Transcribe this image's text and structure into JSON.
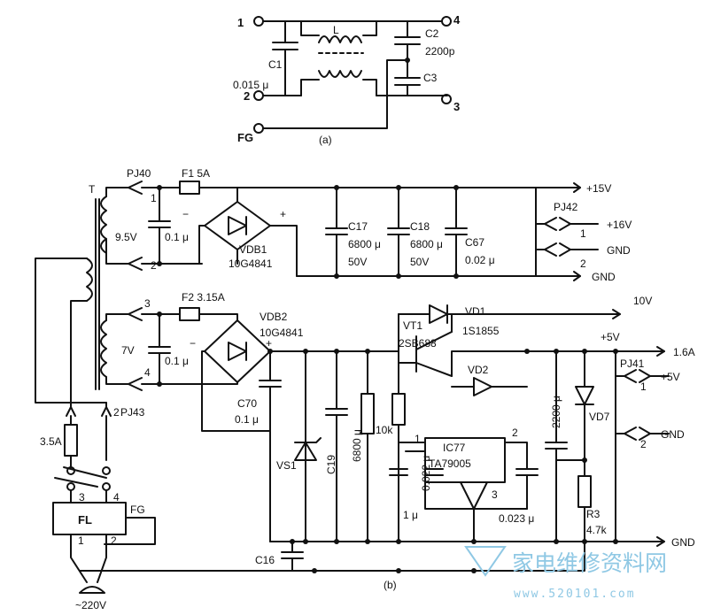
{
  "panel_a": {
    "caption": "(a)",
    "terminals": {
      "t1": "1",
      "t2": "2",
      "t3": "3",
      "t4": "4",
      "fg": "FG"
    },
    "labels": {
      "c1": "C1",
      "c1_val": "0.015 μ",
      "l": "L",
      "c2": "C2",
      "c2_val": "2200p",
      "c3": "C3"
    }
  },
  "panel_b": {
    "caption": "(b)",
    "transformer": "T",
    "upper": {
      "pj40": "PJ40",
      "pin1": "1",
      "pin2": "2",
      "fuse": "F1  5A",
      "volt": "9.5V",
      "cap": "0.1 μ",
      "bridge": "VDB1",
      "bridge_part": "10G4841",
      "minus": "−",
      "plus": "+",
      "c17": "C17",
      "c17_val": "6800 μ",
      "c17_v": "50V",
      "c18": "C18",
      "c18_val": "6800 μ",
      "c18_v": "50V",
      "c67": "C67",
      "c67_val": "0.02 μ",
      "out15": "+15V",
      "pj42": "PJ42",
      "out16": "+16V",
      "pj42_1": "1",
      "pj42_2": "2",
      "gnd1": "GND",
      "gnd2": "GND"
    },
    "lower": {
      "pin3": "3",
      "pin4": "4",
      "fuse": "F2  3.15A",
      "volt": "7V",
      "cap": "0.1 μ",
      "bridge": "VDB2",
      "bridge_part": "10G4841",
      "minus": "−",
      "plus": "+",
      "c70": "C70",
      "c70_val": "0.1 μ",
      "vs1": "VS1",
      "c19": "C19",
      "c19_val": "6800 μ",
      "r10k": "10k",
      "vt1": "VT1",
      "vt1_part": "2SB688",
      "vd1": "VD1",
      "vd1_part": "1S1855",
      "out10": "10V",
      "vd2": "VD2",
      "c_022": "0.022 μ",
      "c_1": "1 μ",
      "ic": "IC77",
      "ic_part": "TA79005",
      "ic_p1": "1",
      "ic_p2": "2",
      "ic_p3": "3",
      "c_023": "0.023 μ",
      "c_2200": "2200 μ",
      "out5": "+5V",
      "amp": "1.6A",
      "vd7": "VD7",
      "r3": "R3",
      "r3_val": "4.7k",
      "pj41": "PJ41",
      "pj41_1": "1",
      "pj41_2": "2",
      "pj41_5v": "+5V",
      "pj41_gnd": "GND",
      "gnd": "GND",
      "c16": "C16"
    },
    "input": {
      "pj43": "PJ43",
      "pin2": "2",
      "fuse": "3.5A",
      "fl": "FL",
      "fg": "FG",
      "fl1": "1",
      "fl2": "2",
      "fl3": "3",
      "fl4": "4",
      "mains": "~220V"
    }
  },
  "watermark": {
    "text": "家电维修资料网",
    "url": "www.520101.com"
  }
}
